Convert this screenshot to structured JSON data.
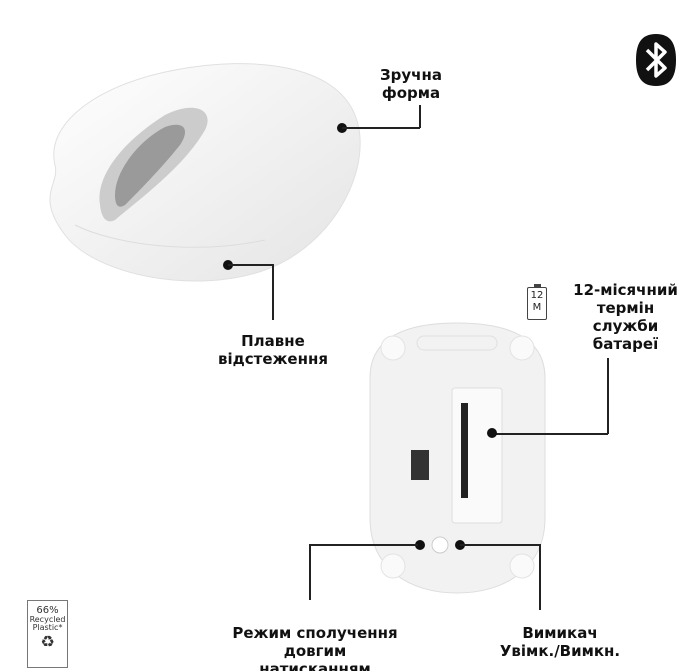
{
  "features": {
    "shape": [
      "Зручна",
      "форма"
    ],
    "tracking": [
      "Плавне",
      "відстеження"
    ],
    "battery": [
      "12-місячний",
      "термін",
      "служби",
      "батареї"
    ],
    "pairing": [
      "Режим сполучення",
      "довгим",
      "натисканням"
    ],
    "power": [
      "Вимикач",
      "Увімк./Вимкн."
    ]
  },
  "battery_icon": {
    "line1": "12",
    "line2": "M"
  },
  "recycled_badge": {
    "percent": "66%",
    "line1": "Recycled",
    "line2": "Plastic*"
  },
  "icons": [
    "bluetooth-icon",
    "battery-icon",
    "recycle-icon"
  ]
}
